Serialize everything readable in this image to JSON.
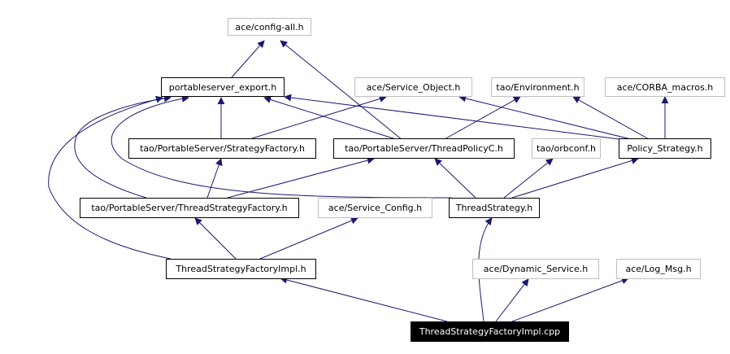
{
  "colors": {
    "edge": "#191970",
    "strong_border": "#000000",
    "weak_border": "#bfbfbf",
    "root_bg": "#000000",
    "root_text": "#ffffff"
  },
  "nodes": {
    "config_all": "ace/config-all.h",
    "portableserver_export": "portableserver_export.h",
    "service_object": "ace/Service_Object.h",
    "tao_environment": "tao/Environment.h",
    "corba_macros": "ace/CORBA_macros.h",
    "strategy_factory": "tao/PortableServer/StrategyFactory.h",
    "thread_policy_c": "tao/PortableServer/ThreadPolicyC.h",
    "orbconf": "tao/orbconf.h",
    "policy_strategy": "Policy_Strategy.h",
    "thread_strategy_factory": "tao/PortableServer/ThreadStrategyFactory.h",
    "service_config": "ace/Service_Config.h",
    "thread_strategy": "ThreadStrategy.h",
    "thread_strategy_factory_impl_h": "ThreadStrategyFactoryImpl.h",
    "dynamic_service": "ace/Dynamic_Service.h",
    "log_msg": "ace/Log_Msg.h",
    "thread_strategy_factory_impl_cpp": "ThreadStrategyFactoryImpl.cpp"
  }
}
